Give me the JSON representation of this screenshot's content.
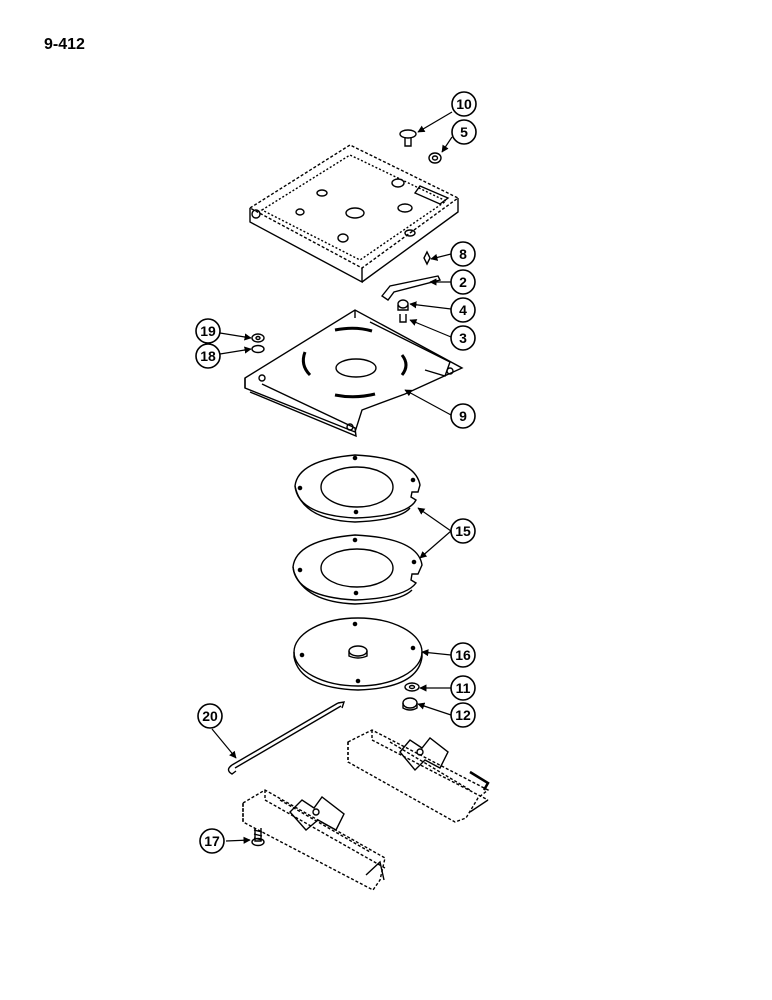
{
  "page": {
    "number": "9-412"
  },
  "callouts": [
    {
      "id": "c10",
      "label": "10"
    },
    {
      "id": "c5",
      "label": "5"
    },
    {
      "id": "c8",
      "label": "8"
    },
    {
      "id": "c2",
      "label": "2"
    },
    {
      "id": "c4",
      "label": "4"
    },
    {
      "id": "c3",
      "label": "3"
    },
    {
      "id": "c19",
      "label": "19"
    },
    {
      "id": "c18",
      "label": "18"
    },
    {
      "id": "c9",
      "label": "9"
    },
    {
      "id": "c15",
      "label": "15"
    },
    {
      "id": "c16",
      "label": "16"
    },
    {
      "id": "c11",
      "label": "11"
    },
    {
      "id": "c12",
      "label": "12"
    },
    {
      "id": "c20",
      "label": "20"
    },
    {
      "id": "c17",
      "label": "17"
    }
  ],
  "colors": {
    "ink": "#000000",
    "paper": "#ffffff"
  }
}
